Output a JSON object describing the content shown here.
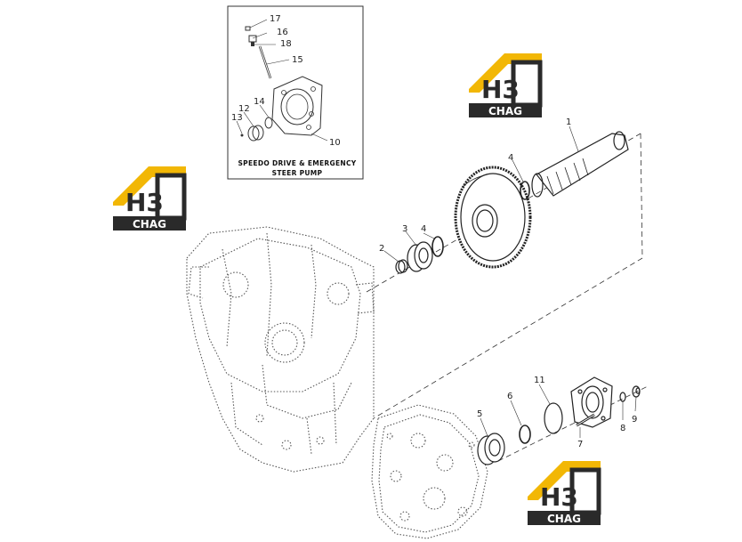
{
  "inset": {
    "caption_line1": "SPEEDO DRIVE & EMERGENCY",
    "caption_line2": "STEER PUMP",
    "callouts": [
      "17",
      "16",
      "18",
      "15",
      "14",
      "12",
      "13",
      "10"
    ]
  },
  "callouts": {
    "c1": "1",
    "c2": "2",
    "c3": "3",
    "c4a": "4",
    "c4b": "4",
    "c5": "5",
    "c6": "6",
    "c7": "7",
    "c8": "8",
    "c9": "9",
    "c11": "11"
  },
  "watermark": {
    "brand_text": "CHAG",
    "mark_text": "H3",
    "colors": {
      "roof": "#f2b705",
      "frame": "#2a2a2a",
      "band": "#2a2a2a",
      "band_text": "#ffffff"
    }
  }
}
